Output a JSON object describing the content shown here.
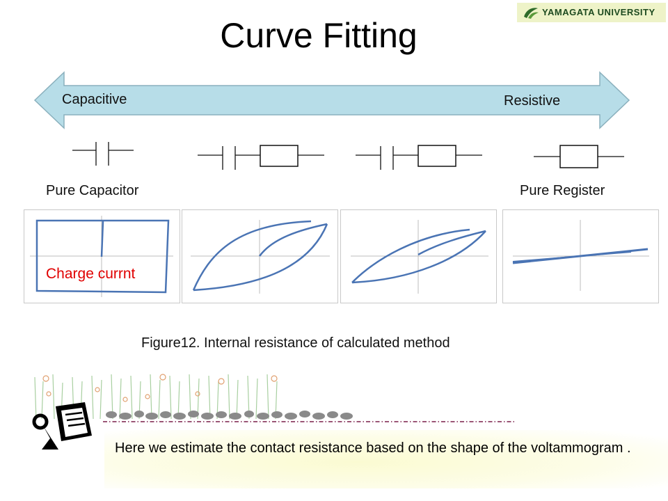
{
  "logo": {
    "text": "YAMAGATA UNIVERSITY",
    "bg_color": "#eef3c8",
    "text_color": "#1d4a1f",
    "icon": "university-leaf-logo"
  },
  "title": "Curve Fitting",
  "arrow": {
    "left_label": "Capacitive",
    "right_label": "Resistive",
    "fill_color": "#b7dde8",
    "stroke_color": "#8ab0bd"
  },
  "circuits": [
    {
      "kind": "capacitor",
      "icon": "capacitor-symbol-icon"
    },
    {
      "kind": "capacitor-resistor",
      "icon": "capacitor-resistor-symbol-icon"
    },
    {
      "kind": "capacitor-resistor",
      "icon": "capacitor-resistor-symbol-icon"
    },
    {
      "kind": "resistor",
      "icon": "resistor-symbol-icon"
    }
  ],
  "captions": {
    "pure_capacitor": "Pure Capacitor",
    "pure_register": "Pure Register"
  },
  "panel_annotation": {
    "text": "Charge currnt",
    "color": "#e00000"
  },
  "curve_color": "#4a74b4",
  "figure_caption": "Figure12. Internal resistance of calculated method",
  "note": {
    "text": "Here we estimate the contact resistance based on the shape of the voltammogram .",
    "icon": "presenter-lectern-icon"
  }
}
